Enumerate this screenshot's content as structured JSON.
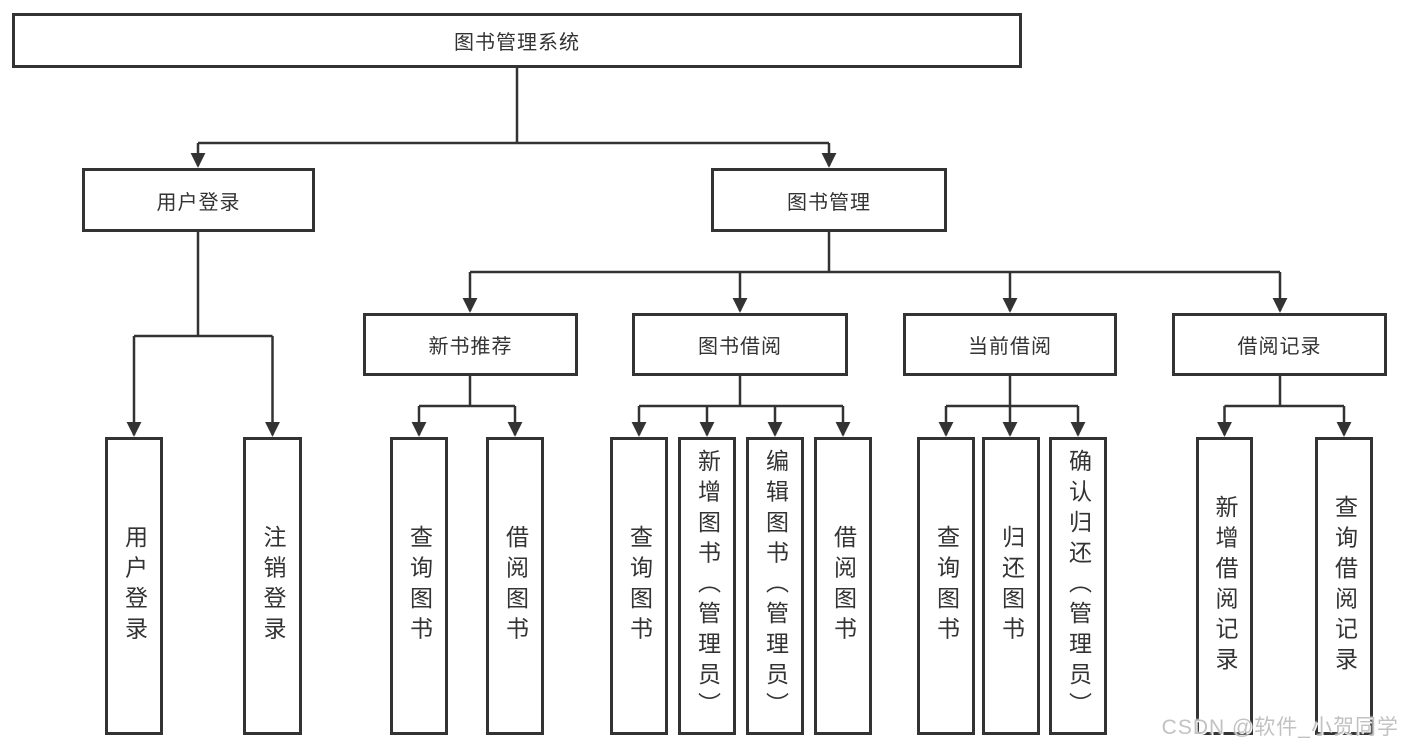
{
  "diagram": {
    "title": "图书管理系统",
    "nodes": [
      {
        "id": "root",
        "label": "图书管理系统",
        "parent": null
      },
      {
        "id": "user-login",
        "label": "用户登录",
        "parent": "root"
      },
      {
        "id": "book-management",
        "label": "图书管理",
        "parent": "root"
      },
      {
        "id": "new-book-recommend",
        "label": "新书推荐",
        "parent": "book-management"
      },
      {
        "id": "book-borrow",
        "label": "图书借阅",
        "parent": "book-management"
      },
      {
        "id": "current-borrow",
        "label": "当前借阅",
        "parent": "book-management"
      },
      {
        "id": "borrow-records",
        "label": "借阅记录",
        "parent": "book-management"
      },
      {
        "id": "leaf-user-login",
        "label": "用户登录",
        "parent": "user-login"
      },
      {
        "id": "leaf-logout",
        "label": "注销登录",
        "parent": "user-login"
      },
      {
        "id": "leaf-query-books-1",
        "label": "查询图书",
        "parent": "new-book-recommend"
      },
      {
        "id": "leaf-borrow-books-1",
        "label": "借阅图书",
        "parent": "new-book-recommend"
      },
      {
        "id": "leaf-query-books-2",
        "label": "查询图书",
        "parent": "book-borrow"
      },
      {
        "id": "leaf-add-book-admin",
        "label": "新增图书（管理员）",
        "parent": "book-borrow"
      },
      {
        "id": "leaf-edit-book-admin",
        "label": "编辑图书（管理员）",
        "parent": "book-borrow"
      },
      {
        "id": "leaf-borrow-books-2",
        "label": "借阅图书",
        "parent": "book-borrow"
      },
      {
        "id": "leaf-query-books-3",
        "label": "查询图书",
        "parent": "current-borrow"
      },
      {
        "id": "leaf-return-book",
        "label": "归还图书",
        "parent": "current-borrow"
      },
      {
        "id": "leaf-confirm-return",
        "label": "确认归还（管理员）",
        "parent": "current-borrow"
      },
      {
        "id": "leaf-add-record",
        "label": "新增借阅记录",
        "parent": "borrow-records"
      },
      {
        "id": "leaf-query-record",
        "label": "查询借阅记录",
        "parent": "borrow-records"
      }
    ]
  },
  "watermark": {
    "text": "CSDN @软件_小贺同学"
  },
  "colors": {
    "line": "#333333",
    "border": "#333333",
    "text": "#333333",
    "background": "#ffffff",
    "watermark": "#c2c2c2"
  }
}
